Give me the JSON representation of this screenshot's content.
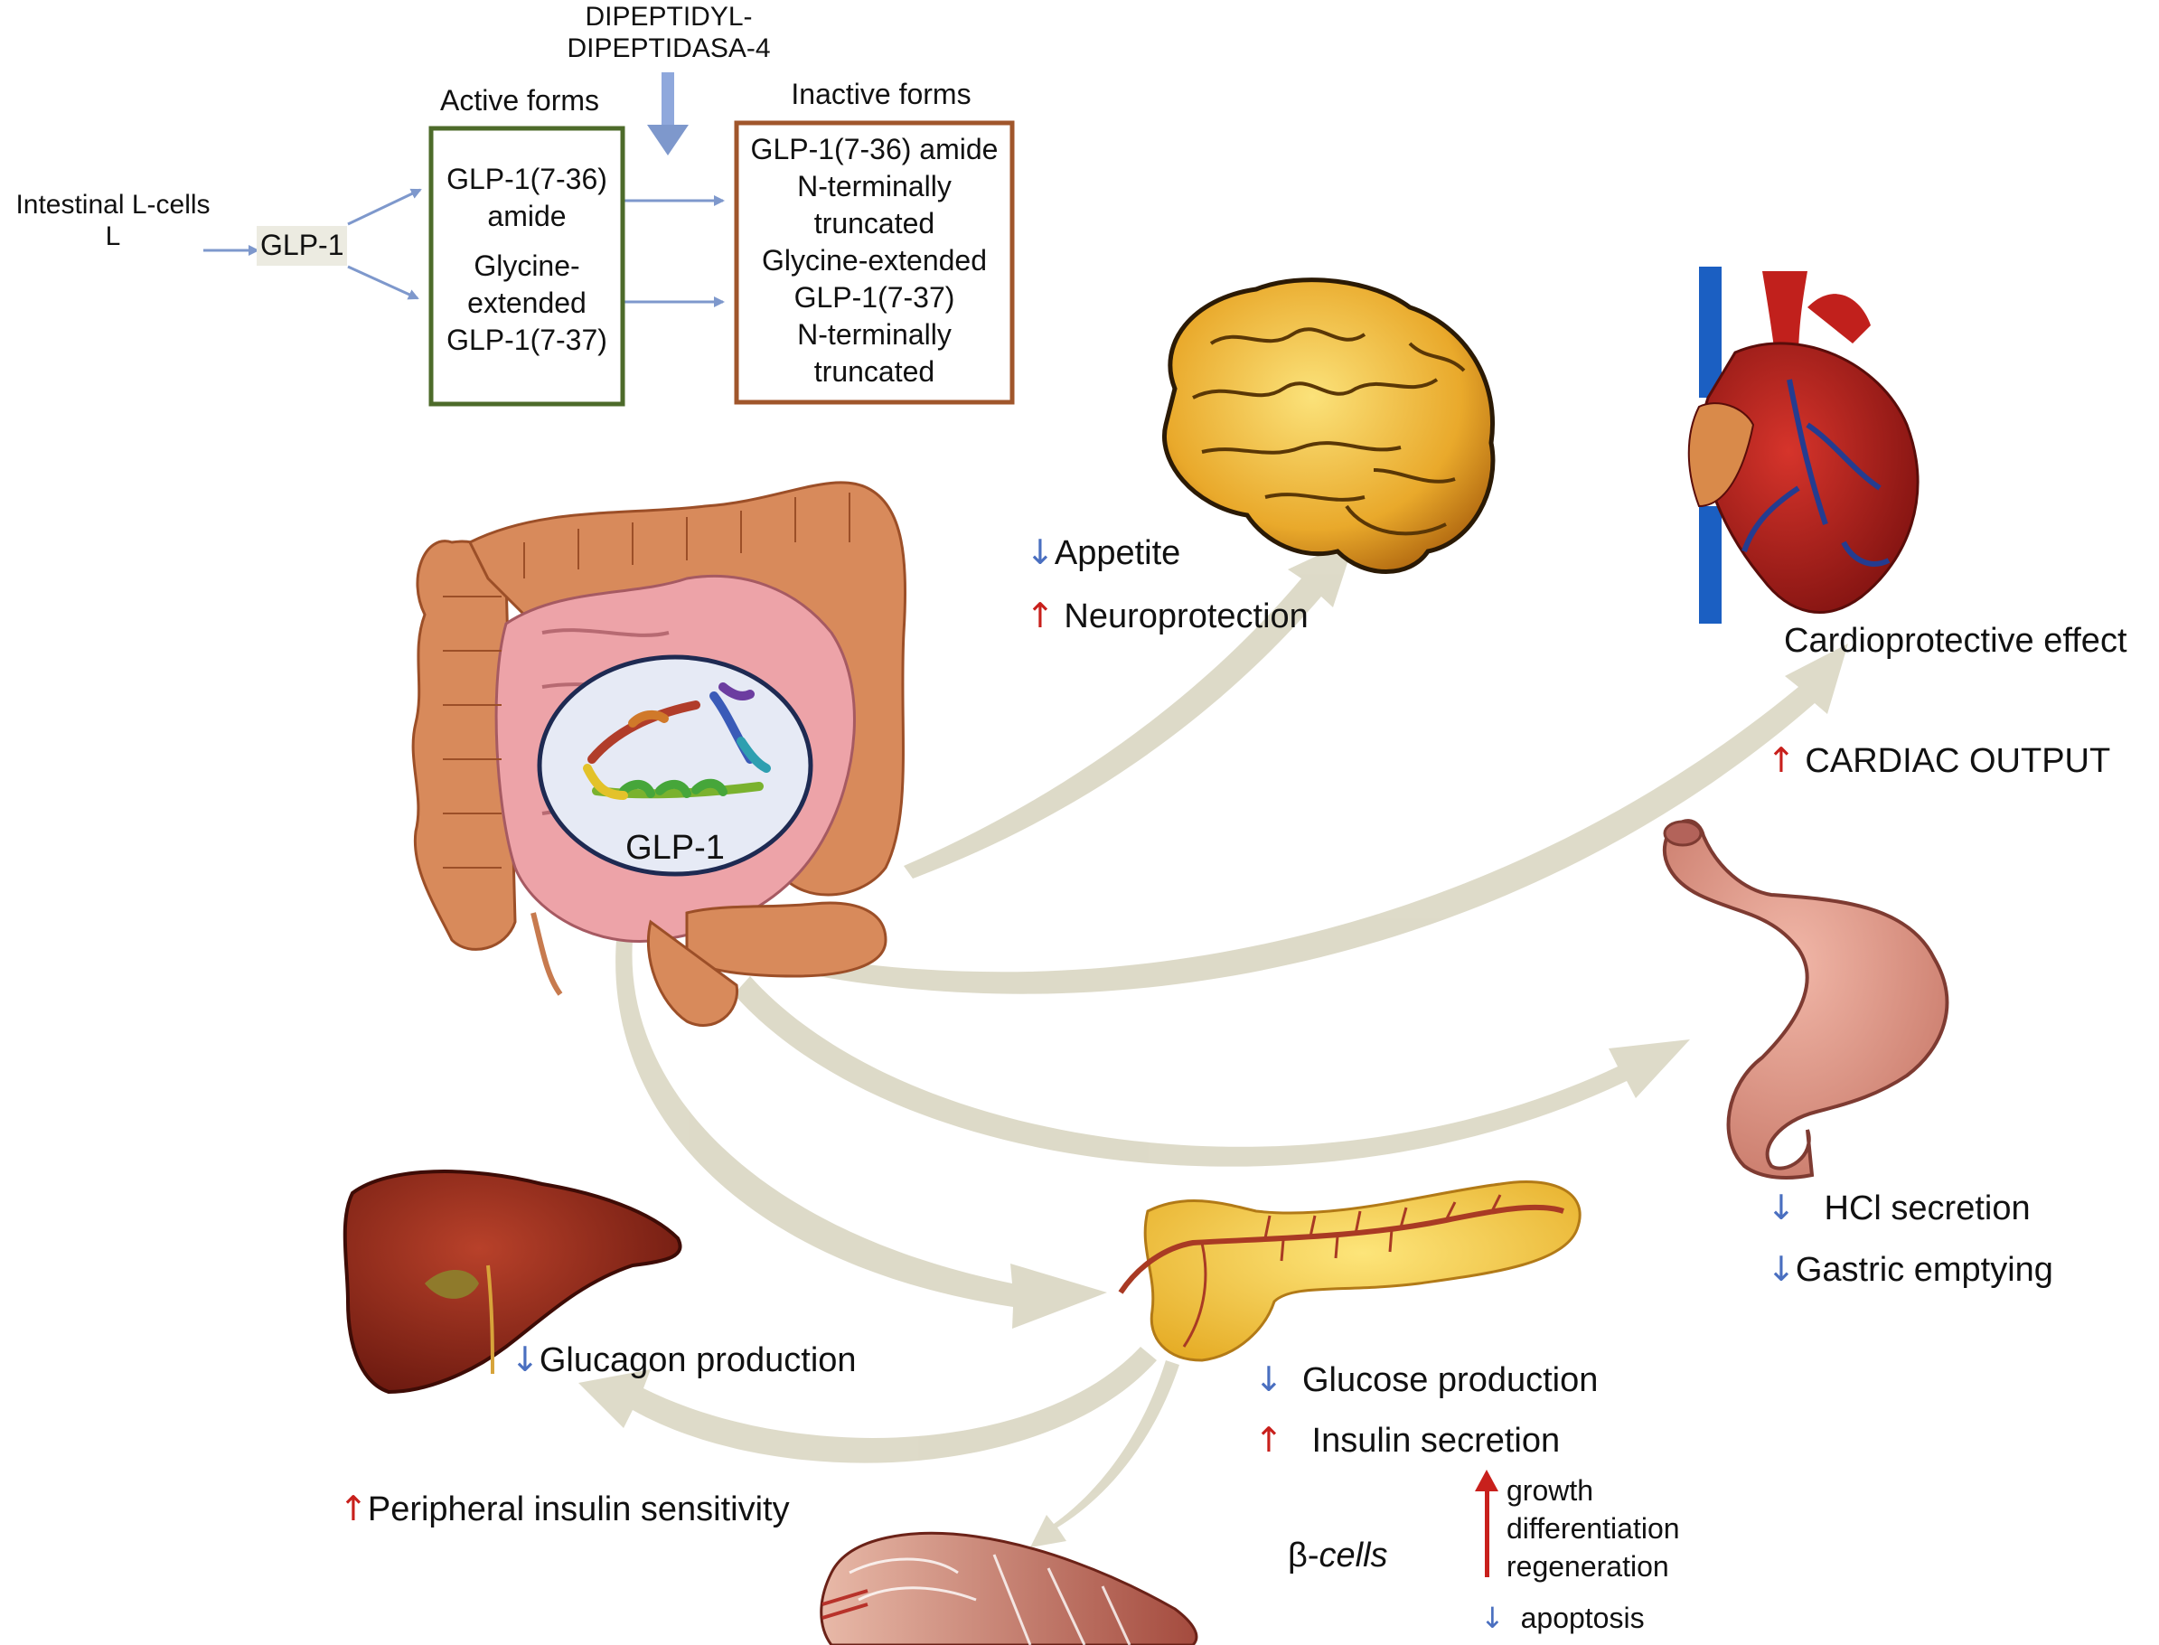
{
  "flow": {
    "source_line1": "Intestinal L-cells",
    "source_line2": "L",
    "glp1": "GLP-1",
    "enzyme_line1": "DIPEPTIDYL-",
    "enzyme_line2": "DIPEPTIDASA-4",
    "active_title": "Active forms",
    "inactive_title": "Inactive forms",
    "active_lines": [
      "GLP-1(7-36)",
      "amide",
      "",
      "Glycine-",
      "extended",
      "GLP-1(7-37)"
    ],
    "inactive_lines": [
      "GLP-1(7-36) amide",
      "N-terminally",
      "truncated",
      "Glycine-extended",
      "GLP-1(7-37)",
      "N-terminally",
      "truncated"
    ]
  },
  "center_label": "GLP-1",
  "brain": {
    "appetite": "Appetite",
    "neuroprotection": "Neuroprotection"
  },
  "heart": {
    "effect": "Cardioprotective effect",
    "output": "CARDIAC OUTPUT"
  },
  "stomach": {
    "hcl": "HCl secretion",
    "emptying": "Gastric emptying"
  },
  "liver": {
    "glucagon": "Glucagon production"
  },
  "muscle": {
    "sensitivity": "Peripheral insulin sensitivity"
  },
  "pancreas": {
    "glucose": "Glucose production",
    "insulin": "Insulin secretion",
    "beta_prefix": "β-",
    "beta_cells": "cells",
    "growth": "growth",
    "differentiation": "differentiation",
    "regeneration": "regeneration",
    "apoptosis": "apoptosis"
  },
  "symbols": {
    "up": "↑",
    "down": "↓"
  },
  "colors": {
    "up_arrow": "#c8201c",
    "down_arrow": "#4a6fc0",
    "flow_arrow": "#7e98cc",
    "active_border": "#4d6b2a",
    "inactive_border": "#a0562b",
    "organ_arrow": "#dcd9c6"
  }
}
